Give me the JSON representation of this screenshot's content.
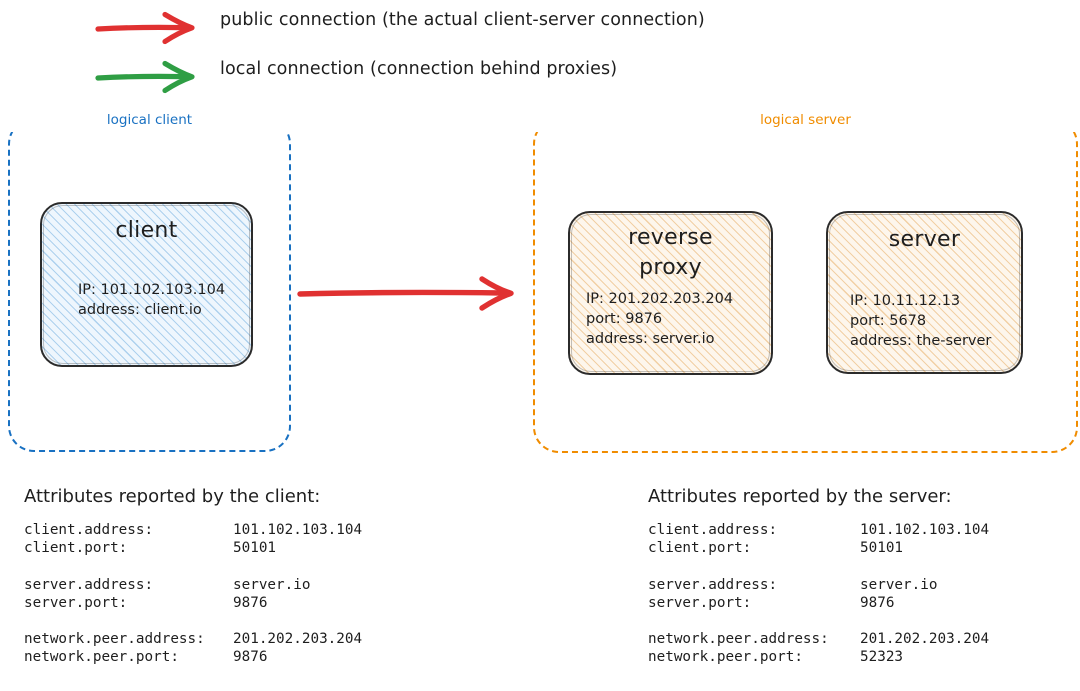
{
  "legend": {
    "items": [
      {
        "id": "public-connection",
        "arrow_icon": "red-arrow-icon",
        "color": "#e03131",
        "label": "public connection (the actual client-server connection)"
      },
      {
        "id": "local-connection",
        "arrow_icon": "green-arrow-icon",
        "color": "#2f9e44",
        "label": "local connection (connection behind proxies)"
      }
    ]
  },
  "zones": {
    "client": {
      "label": "logical client",
      "color": "#1971c2"
    },
    "server": {
      "label": "logical server",
      "color": "#f08c00"
    }
  },
  "nodes": {
    "client": {
      "title": "client",
      "lines": [
        "IP: 101.102.103.104",
        "address: client.io"
      ]
    },
    "reverse_proxy": {
      "title_line1": "reverse",
      "title_line2": "proxy",
      "lines": [
        "IP: 201.202.203.204",
        "port: 9876",
        "address: server.io"
      ]
    },
    "server": {
      "title": "server",
      "lines": [
        "IP: 10.11.12.13",
        "port: 5678",
        "address: the-server"
      ]
    }
  },
  "connection_arrow": {
    "icon": "red-arrow-icon",
    "color": "#e03131"
  },
  "attributes_client": {
    "heading": "Attributes reported by the client:",
    "groups": [
      [
        {
          "key": "client.address:",
          "value": "101.102.103.104"
        },
        {
          "key": "client.port:",
          "value": "50101"
        }
      ],
      [
        {
          "key": "server.address:",
          "value": "server.io"
        },
        {
          "key": "server.port:",
          "value": "9876"
        }
      ],
      [
        {
          "key": "network.peer.address:",
          "value": "201.202.203.204"
        },
        {
          "key": "network.peer.port:",
          "value": "9876"
        }
      ]
    ]
  },
  "attributes_server": {
    "heading": "Attributes reported by the server:",
    "groups": [
      [
        {
          "key": "client.address:",
          "value": "101.102.103.104"
        },
        {
          "key": "client.port:",
          "value": "50101"
        }
      ],
      [
        {
          "key": "server.address:",
          "value": "server.io"
        },
        {
          "key": "server.port:",
          "value": "9876"
        }
      ],
      [
        {
          "key": "network.peer.address:",
          "value": "201.202.203.204"
        },
        {
          "key": "network.peer.port:",
          "value": "52323"
        }
      ]
    ]
  }
}
